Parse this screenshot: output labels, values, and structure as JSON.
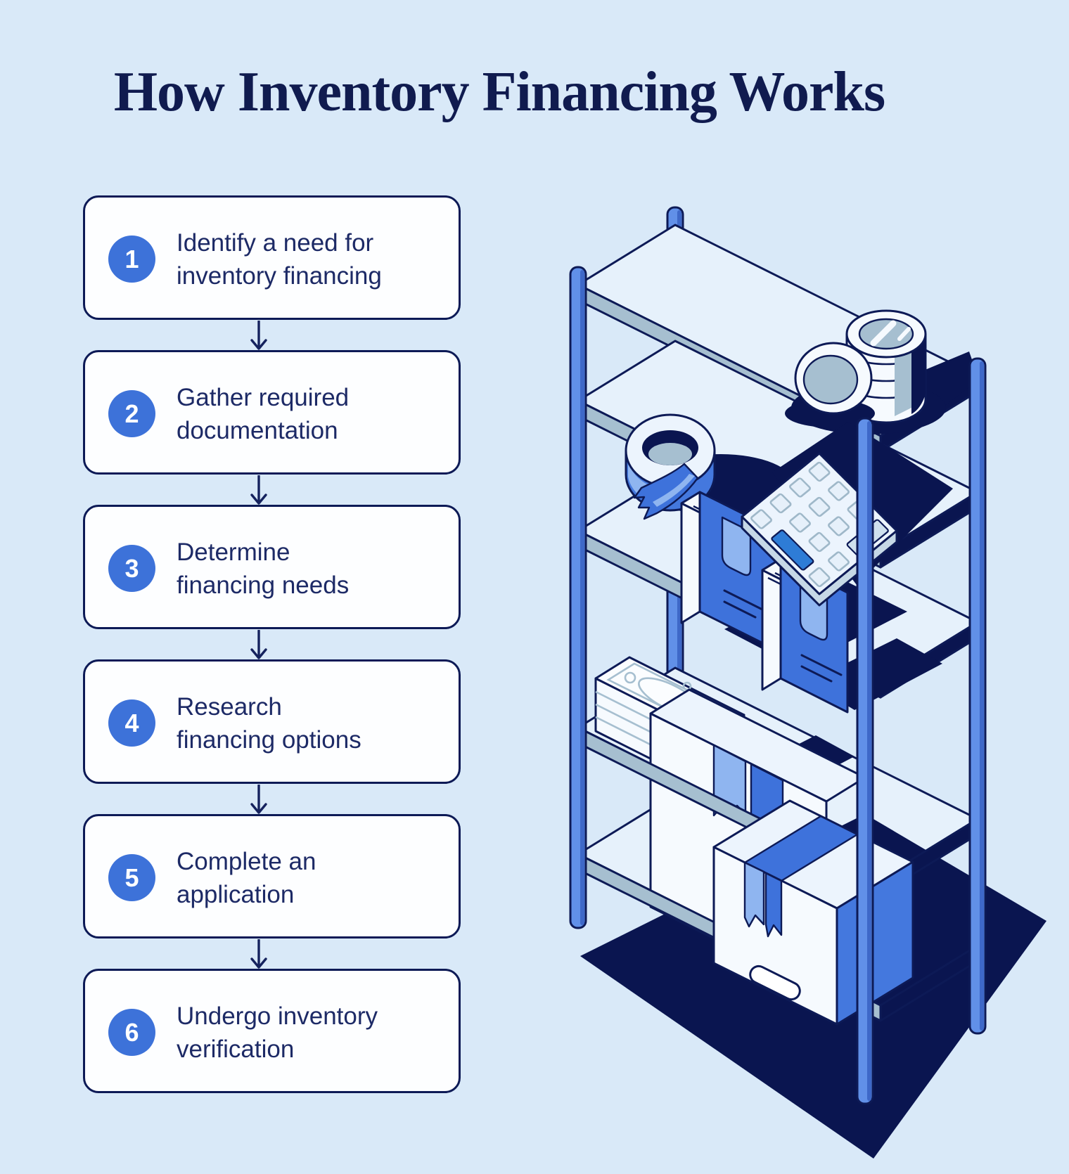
{
  "title": "How Inventory Financing Works",
  "steps": [
    {
      "num": "1",
      "line1": "Identify a need for",
      "line2": "inventory financing"
    },
    {
      "num": "2",
      "line1": "Gather required",
      "line2": "documentation"
    },
    {
      "num": "3",
      "line1": "Determine",
      "line2": "financing needs"
    },
    {
      "num": "4",
      "line1": "Research",
      "line2": "financing options"
    },
    {
      "num": "5",
      "line1": "Complete an",
      "line2": "application"
    },
    {
      "num": "6",
      "line1": "Undergo inventory",
      "line2": "verification"
    }
  ],
  "illustration": {
    "name": "isometric warehouse shelf with inventory items",
    "items": [
      "coin-stack-icon",
      "tilted-coin-icon",
      "tape-roll-icon",
      "calculator-icon",
      "books-icon",
      "cash-stack-icon",
      "shipping-box-icon",
      "shipping-box-icon"
    ]
  },
  "colors": {
    "bg": "#D9E9F8",
    "card_bg": "#FDFEFF",
    "navy": "#0D1A56",
    "step_blue": "#3D72D9",
    "text": "#1D2A66",
    "title": "#101B4F",
    "post_blue": "#6190E8",
    "item_blue": "#3E72DB",
    "light_blue": "#8FB5F0",
    "gray_blue": "#A6BFD0",
    "shelf": "#E6F1FB",
    "shadow_navy": "#0A1550"
  }
}
